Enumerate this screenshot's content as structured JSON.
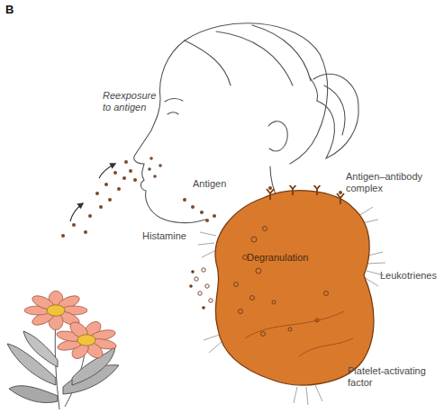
{
  "diagram": {
    "nodes": [
      {
        "text": [
          "Degranulation"
        ]
      }
    ],
    "labels": [
      "B",
      "Reexposure to antigen",
      "Antigen",
      "Histamine",
      "Antigen–antibody complex",
      "Leukotrienes",
      "Platelet-activating factor"
    ]
  }
}
